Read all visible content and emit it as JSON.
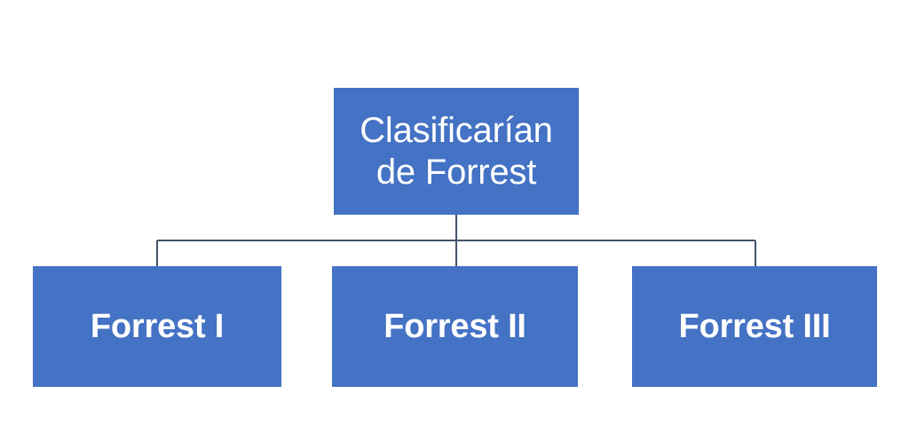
{
  "diagram": {
    "type": "hierarchy-tree",
    "background_color": "#FFFFFF",
    "node_fill_color": "#4472C4",
    "node_text_color": "#FFFFFF",
    "connector_color": "#44546A",
    "root": {
      "label": "Clasificarían\nde Forrest",
      "line_1": "Clasificarían",
      "line_2": "de Forrest"
    },
    "children": [
      {
        "label": "Forrest I"
      },
      {
        "label": "Forrest II"
      },
      {
        "label": "Forrest III"
      }
    ]
  }
}
